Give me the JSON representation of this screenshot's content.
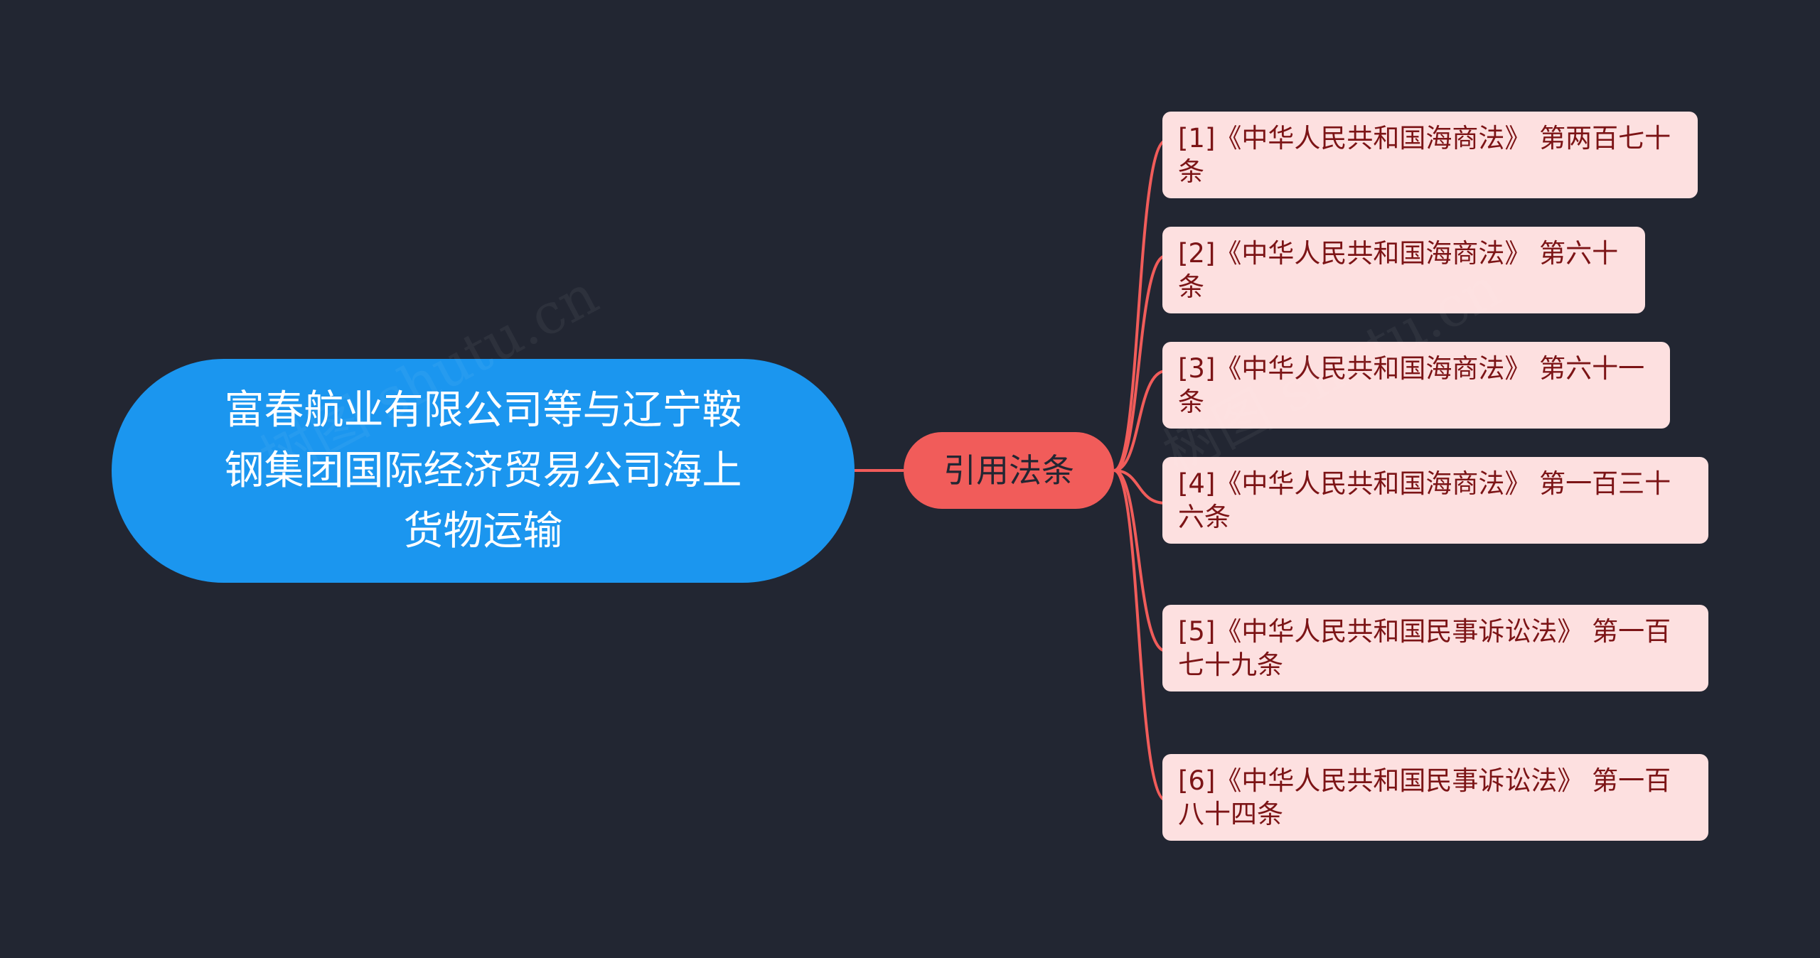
{
  "root": {
    "title": "富春航业有限公司等与辽宁鞍钢集团国际经济贸易公司海上货物运输",
    "color": "#1b96ef"
  },
  "branch": {
    "label": "引用法条",
    "color": "#f15c5a"
  },
  "leaves": [
    {
      "label": "[1]《中华人民共和国海商法》 第两百七十条"
    },
    {
      "label": "[2]《中华人民共和国海商法》 第六十条"
    },
    {
      "label": "[3]《中华人民共和国海商法》 第六十一条"
    },
    {
      "label": "[4]《中华人民共和国海商法》 第一百三十六条"
    },
    {
      "label": "[5]《中华人民共和国民事诉讼法》 第一百七十九条"
    },
    {
      "label": "[6]《中华人民共和国民事诉讼法》 第一百八十四条"
    }
  ],
  "colors": {
    "background": "#222632",
    "connector": "#f15c5a",
    "leaf_fill": "#fde0e0",
    "leaf_text": "#7c1416"
  },
  "watermarks": [
    "树图 shutu.cn",
    "树图 shutu.cn"
  ]
}
